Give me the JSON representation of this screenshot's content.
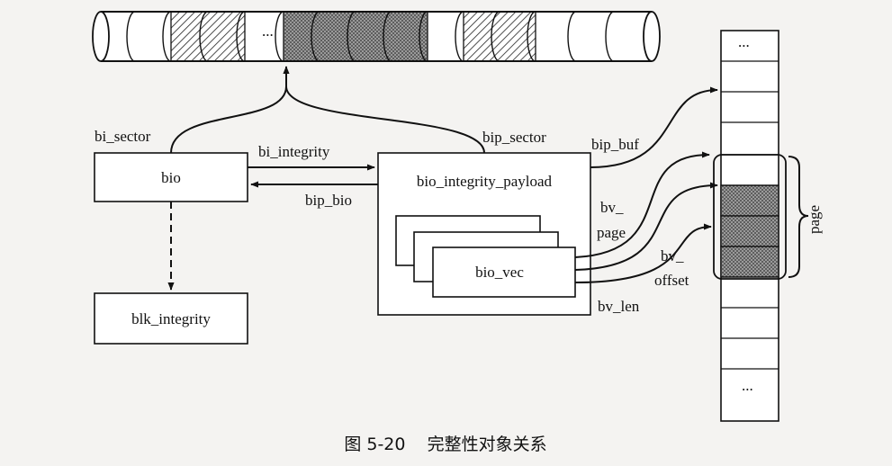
{
  "diagram": {
    "disk": {
      "ellipsis": "..."
    },
    "page_column": {
      "top_ellipsis": "...",
      "bottom_ellipsis": "...",
      "brace_label": "page"
    },
    "boxes": {
      "bio": "bio",
      "blk_integrity": "blk_integrity",
      "payload": "bio_integrity_payload",
      "bio_vec": "bio_vec"
    },
    "labels": {
      "bi_sector": "bi_sector",
      "bi_integrity": "bi_integrity",
      "bip_bio": "bip_bio",
      "bip_sector": "bip_sector",
      "bip_buf": "bip_buf",
      "bv_page_1": "bv_",
      "bv_page_2": "page",
      "bv_offset_1": "bv_",
      "bv_offset_2": "offset",
      "bv_len": "bv_len"
    },
    "caption": "图 5-20    完整性对象关系"
  }
}
